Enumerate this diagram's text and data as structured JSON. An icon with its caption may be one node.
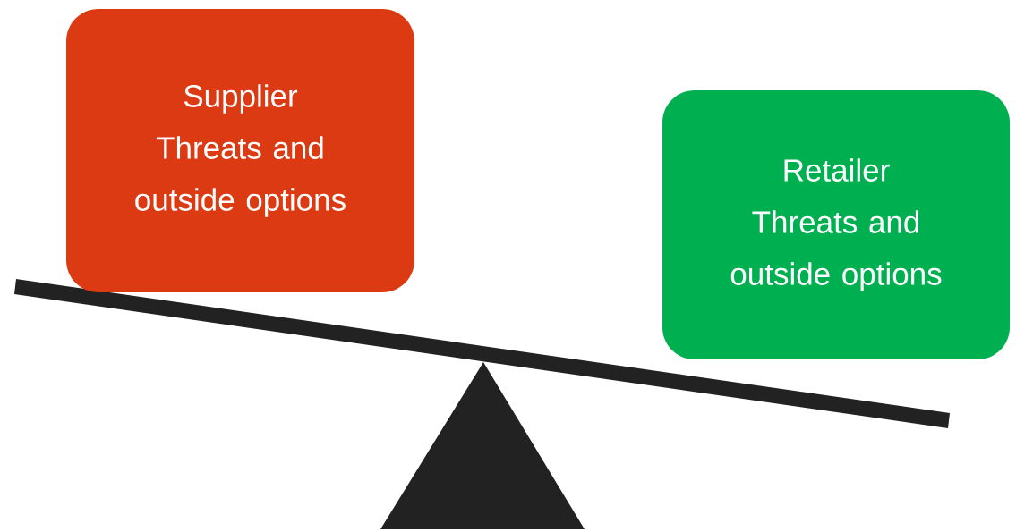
{
  "diagram": {
    "nodes": [
      {
        "text": [
          "Supplier",
          "Threats and outside options"
        ]
      },
      {
        "text": [
          "Retailer",
          "Threats and outside options"
        ]
      }
    ]
  }
}
